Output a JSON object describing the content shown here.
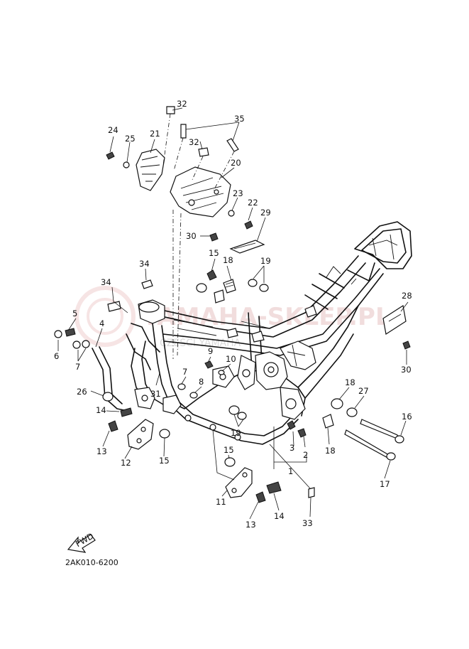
{
  "diagram": {
    "code": "2AK010-6200",
    "fwd_label": "FWD",
    "watermark": "YAMAHA-SKLEP.PL",
    "watermark_sub": "CZĘŚCI YAMAHA",
    "callouts": [
      {
        "id": "c1",
        "label": "1"
      },
      {
        "id": "c2",
        "label": "2"
      },
      {
        "id": "c3",
        "label": "3"
      },
      {
        "id": "c4",
        "label": "4"
      },
      {
        "id": "c5",
        "label": "5"
      },
      {
        "id": "c6",
        "label": "6"
      },
      {
        "id": "c7a",
        "label": "7"
      },
      {
        "id": "c7b",
        "label": "7"
      },
      {
        "id": "c8",
        "label": "8"
      },
      {
        "id": "c9",
        "label": "9"
      },
      {
        "id": "c10",
        "label": "10"
      },
      {
        "id": "c11",
        "label": "11"
      },
      {
        "id": "c12",
        "label": "12"
      },
      {
        "id": "c13a",
        "label": "13"
      },
      {
        "id": "c13b",
        "label": "13"
      },
      {
        "id": "c14a",
        "label": "14"
      },
      {
        "id": "c14b",
        "label": "14"
      },
      {
        "id": "c15a",
        "label": "15"
      },
      {
        "id": "c15b",
        "label": "15"
      },
      {
        "id": "c15c",
        "label": "15"
      },
      {
        "id": "c16",
        "label": "16"
      },
      {
        "id": "c17",
        "label": "17"
      },
      {
        "id": "c18a",
        "label": "18"
      },
      {
        "id": "c18b",
        "label": "18"
      },
      {
        "id": "c18c",
        "label": "18"
      },
      {
        "id": "c19a",
        "label": "19"
      },
      {
        "id": "c19b",
        "label": "19"
      },
      {
        "id": "c20",
        "label": "20"
      },
      {
        "id": "c21",
        "label": "21"
      },
      {
        "id": "c22",
        "label": "22"
      },
      {
        "id": "c23",
        "label": "23"
      },
      {
        "id": "c24",
        "label": "24"
      },
      {
        "id": "c25",
        "label": "25"
      },
      {
        "id": "c26",
        "label": "26"
      },
      {
        "id": "c27",
        "label": "27"
      },
      {
        "id": "c28",
        "label": "28"
      },
      {
        "id": "c29",
        "label": "29"
      },
      {
        "id": "c30a",
        "label": "30"
      },
      {
        "id": "c30b",
        "label": "30"
      },
      {
        "id": "c31",
        "label": "31"
      },
      {
        "id": "c32a",
        "label": "32"
      },
      {
        "id": "c32b",
        "label": "32"
      },
      {
        "id": "c33",
        "label": "33"
      },
      {
        "id": "c34",
        "label": "34"
      },
      {
        "id": "c35",
        "label": "35"
      }
    ]
  }
}
